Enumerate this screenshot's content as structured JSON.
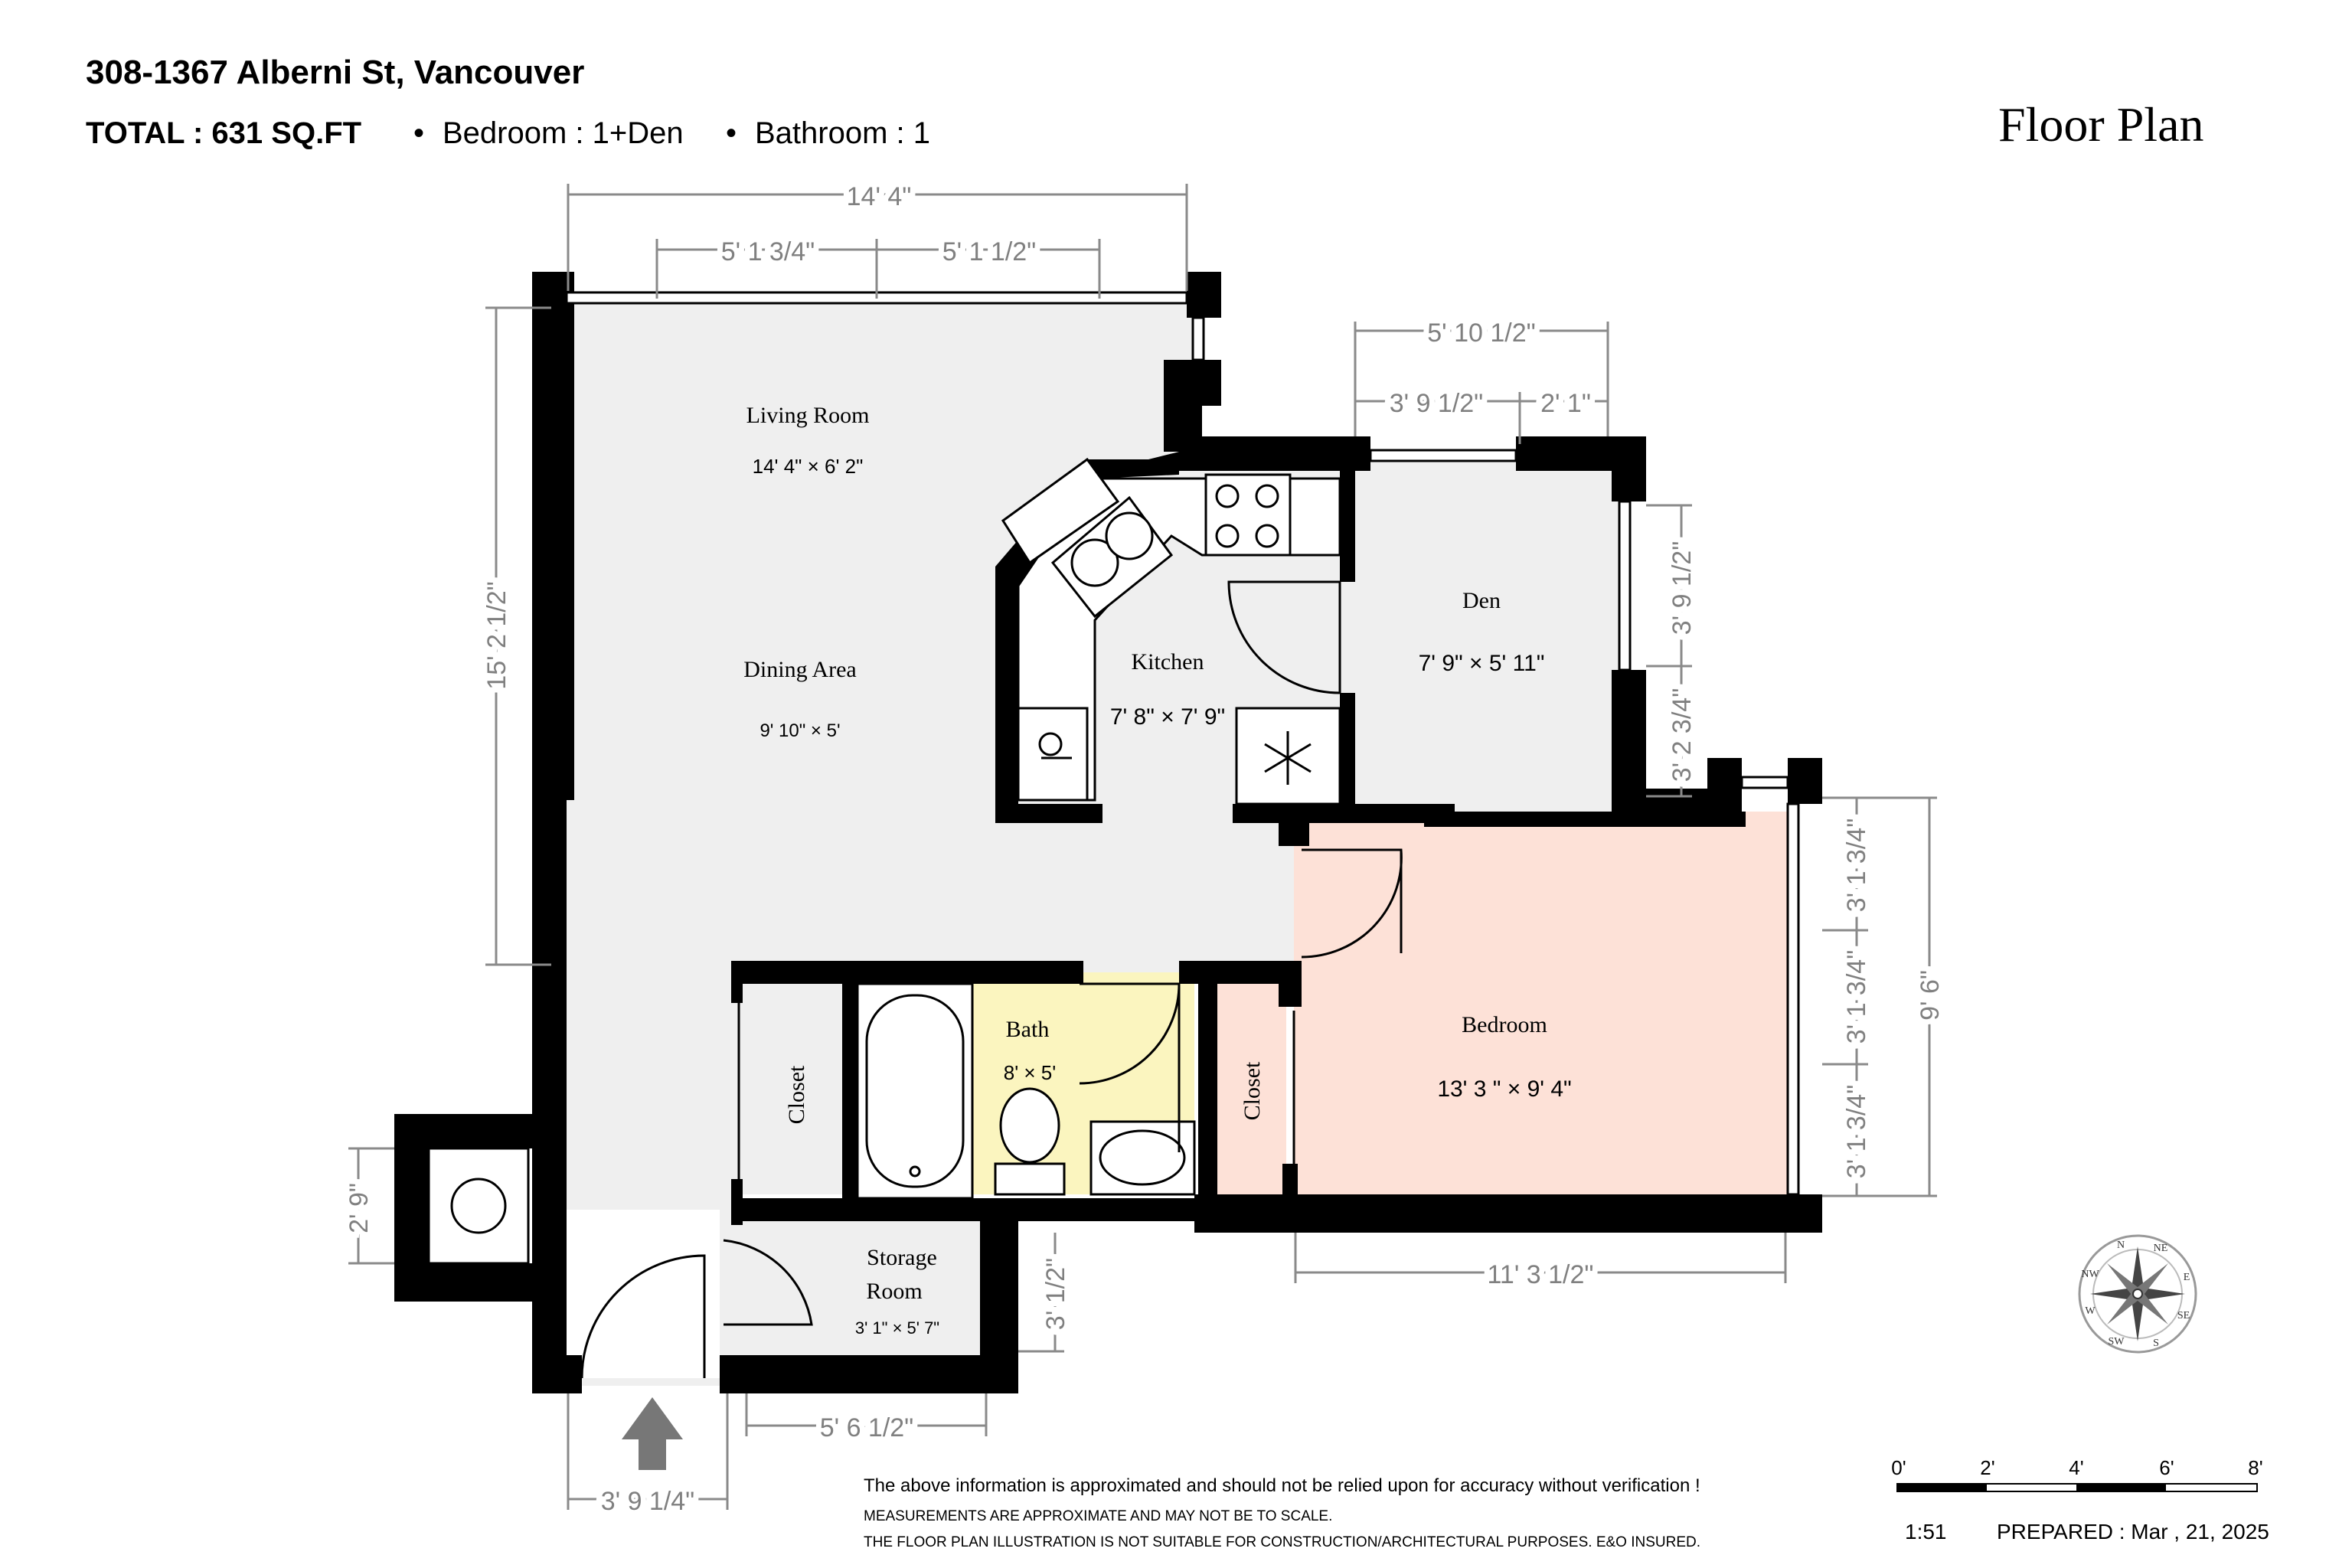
{
  "header": {
    "address": "308-1367 Alberni St, Vancouver",
    "total": "TOTAL : 631  SQ.FT",
    "bedroom": "Bedroom : 1+Den",
    "bathroom": "Bathroom : 1",
    "doc_title": "Floor Plan"
  },
  "rooms": {
    "living": {
      "name": "Living Room",
      "size": "14' 4\" × 6' 2\""
    },
    "dining": {
      "name": "Dining Area",
      "size": "9' 10\" × 5'"
    },
    "kitchen": {
      "name": "Kitchen",
      "size": "7' 8\" × 7' 9\""
    },
    "den": {
      "name": "Den",
      "size": "7' 9\" × 5' 11\""
    },
    "bath": {
      "name": "Bath",
      "size": "8' × 5'"
    },
    "bedroom": {
      "name": "Bedroom",
      "size": "13' 3 \" × 9' 4\""
    },
    "closet1": {
      "name": "Closet"
    },
    "closet2": {
      "name": "Closet"
    },
    "storage": {
      "name1": "Storage",
      "name2": "Room",
      "size": "3' 1\" × 5' 7\""
    }
  },
  "dimensions": {
    "top_total": "14' 4\"",
    "top_left": "5' 1 3/4\"",
    "top_right": "5' 1 1/2\"",
    "den_total": "5' 10 1/2\"",
    "den_left": "3' 9 1/2\"",
    "den_right": "2' 1\"",
    "left_height": "15' 2 1/2\"",
    "den_win": "3' 9 1/2\"",
    "den_lower": "3' 2 3/4\"",
    "bed_right_total": "9' 6\"",
    "bed_win1": "3' 1 3/4\"",
    "bed_win2": "3' 1 3/4\"",
    "bed_win3": "3' 1 3/4\"",
    "bed_bottom": "11' 3 1/2\"",
    "washer_height": "2' 9\"",
    "storage_right": "3' 1/2\"",
    "storage_bottom": "5' 6 1/2\"",
    "entry_width": "3' 9 1/4\""
  },
  "footer": {
    "disclaimer1": "The above information is approximated and should not be relied upon for accuracy  without verification !",
    "disclaimer2": "MEASUREMENTS ARE APPROXIMATE AND MAY NOT BE TO SCALE.",
    "disclaimer3": "THE FLOOR PLAN ILLUSTRATION IS NOT SUITABLE FOR CONSTRUCTION/ARCHITECTURAL PURPOSES. E&O INSURED.",
    "scale_ratio": "1:51",
    "prepared": "PREPARED : Mar , 21, 2025",
    "scale_labels": [
      "0'",
      "2'",
      "4'",
      "6'",
      "8'"
    ]
  },
  "compass": {
    "n": "N",
    "ne": "NE",
    "e": "E",
    "se": "SE",
    "s": "S",
    "sw": "SW",
    "w": "W",
    "nw": "NW"
  },
  "colors": {
    "wall": "#000000",
    "floor": "#efefef",
    "bath": "#fbf5bf",
    "bedroom": "#fde1d7",
    "dim": "#8a8a8a"
  }
}
